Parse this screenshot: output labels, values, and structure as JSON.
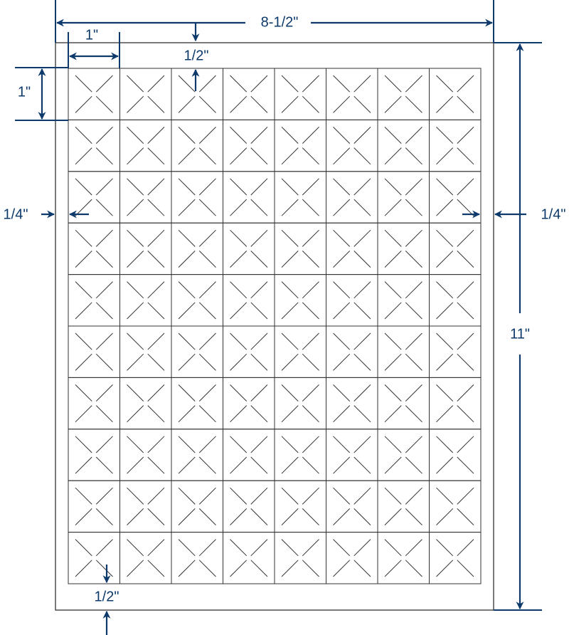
{
  "sheet": {
    "columns": 8,
    "rows": 10,
    "label_shape": "square",
    "label_cut_mark": "x-icon"
  },
  "dimensions": {
    "page_width": "8-1/2\"",
    "page_height": "11\"",
    "label_width": "1\"",
    "label_height": "1\"",
    "top_margin": "1/2\"",
    "bottom_margin": "1/2\"",
    "left_margin": "1/4\"",
    "right_margin": "1/4\""
  },
  "colors": {
    "dimension": "#0d3a6a",
    "grid": "#333333"
  }
}
